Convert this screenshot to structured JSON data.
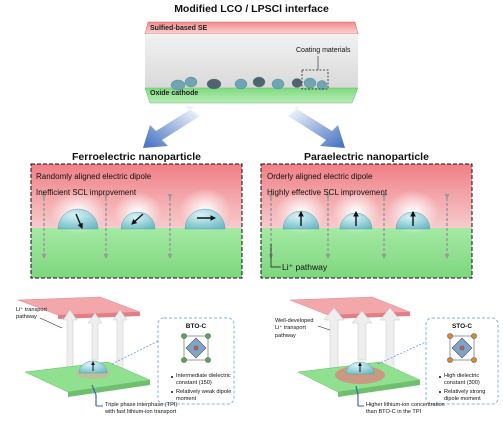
{
  "title": "Modified LCO / LPSCl interface",
  "top": {
    "se_label": "Sulfied-based SE",
    "cathode_label": "Oxide cathode",
    "coating_label": "Coating materials"
  },
  "left_panel": {
    "heading": "Ferroelectric nanoparticle",
    "line1": "Randomly aligned electric dipole",
    "line2": "Inefficient SCL improvement"
  },
  "right_panel": {
    "heading": "Paraelectric nanoparticle",
    "line1": "Orderly aligned electric dipole",
    "line2": "Highly effective  SCL improvement",
    "pathway": "Li⁺ pathway"
  },
  "bottom_left": {
    "transport": "Li⁺ transport\npathway",
    "material": "BTO-C",
    "bullet1": "Intermediate dielectric constant (150)",
    "bullet2": "Relatively weak dipole moment",
    "tpi": "Triple phase interphase (TPI)\nwith fast lithium-ion transport"
  },
  "bottom_right": {
    "transport": "Well-developed\nLi⁺ transport\npathway",
    "material": "STO-C",
    "bullet1": "High dielectric constant (300)",
    "bullet2": "Relatively strong dipole moment",
    "note": "Higher lithium-ion concentration\nthan BTO-C in the TPI"
  },
  "colors": {
    "se_red": "#f08b8b",
    "cathode_green": "#8fe08f",
    "particle": "#7fc7d3",
    "arrow_blue": "#4a78c0"
  }
}
